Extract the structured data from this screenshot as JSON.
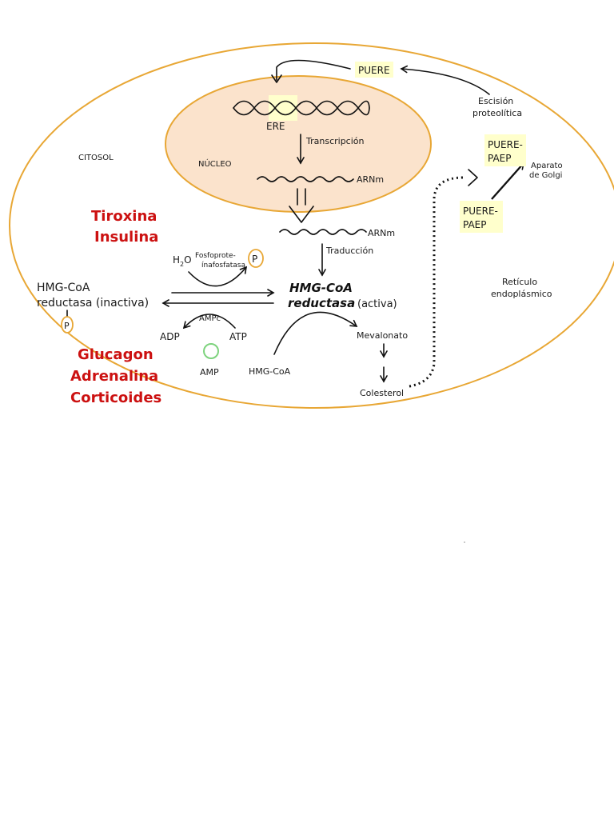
{
  "labels": {
    "citosol": "CITOSOL",
    "nucleo": "NÚCLEO",
    "ere": "ERE",
    "transcripcion": "Transcripción",
    "arnm_nucleo": "ARNm",
    "arnm_cyto": "ARNm",
    "traduccion": "Traducción",
    "puere_top": "PUERE",
    "escision_1": "Escisión",
    "escision_2": "proteolítica",
    "puere_paep_golgi_1": "PUERE-",
    "puere_paep_golgi_2": "PAEP",
    "golgi_1": "Aparato",
    "golgi_2": "de Golgi",
    "puere_paep_er_1": "PUERE-",
    "puere_paep_er_2": "PAEP",
    "reticulo_1": "Retículo",
    "reticulo_2": "endoplásmico",
    "hmg_inactive_1": "HMG-CoA",
    "hmg_inactive_2": "reductasa (inactiva)",
    "p_left": "P",
    "p_right": "P",
    "h2o": "H",
    "h2o_sub": "2",
    "h2o_o": "O",
    "fosfoprot_1": "Fosfoprote-",
    "fosfoprot_2": "ínafosfatasa",
    "hmg_active_1": "HMG-CoA",
    "hmg_active_2": "reductasa",
    "activa": "(activa)",
    "adp": "ADP",
    "ampc": "AMPc",
    "atp": "ATP",
    "amp": "AMP",
    "hmg_coa_substrate": "HMG-CoA",
    "mevalonato": "Mevalonato",
    "colesterol": "Colesterol"
  },
  "hormones_activating": [
    "Tiroxina",
    "Insulina"
  ],
  "hormones_inhibiting": [
    "Glucagon",
    "Adrenalina",
    "Corticoides"
  ],
  "colors": {
    "cell_outline": "#e8a735",
    "nucleus_fill": "#fbe3cc",
    "nucleus_outline": "#e8a735",
    "highlight_box": "#ffffcc",
    "hormone_red": "#cc1111",
    "amp_circle": "#7ed37e"
  }
}
